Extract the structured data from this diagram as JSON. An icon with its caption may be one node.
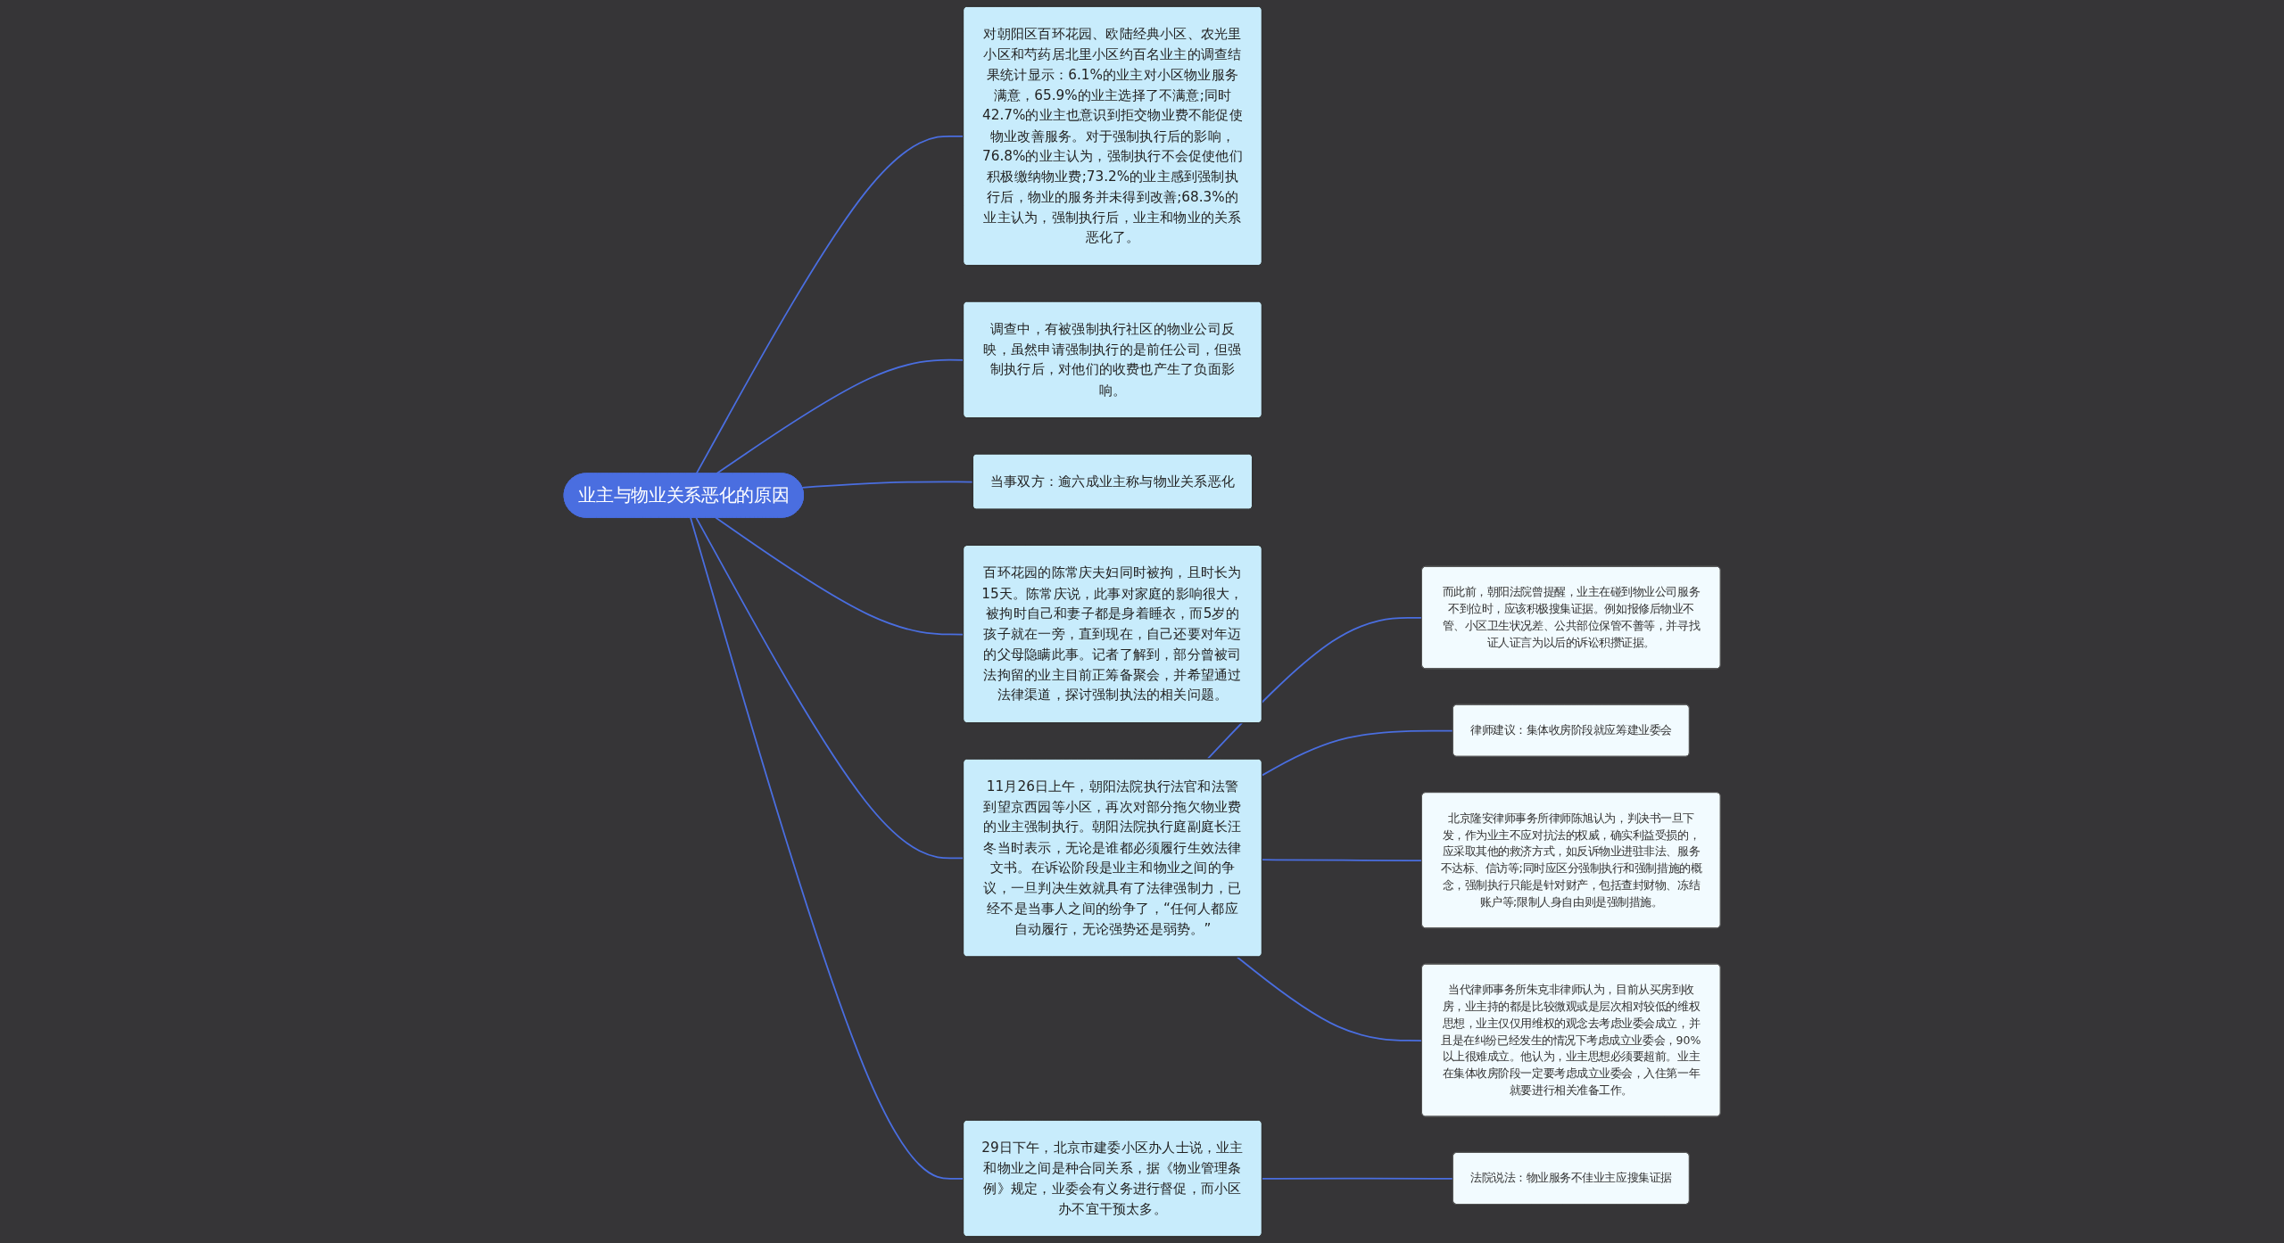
{
  "diagram": {
    "nodes": [
      {
        "text": [
          "业主与物业关系恶化的原因"
        ]
      },
      {
        "text": [
          "对朝阳区百环花园、欧陆经典小区、农光里小区和芍药居北里小区约百名业主的调查结果统计显示：6.1%的业主对小区物业服务满意，65.9%的业主选择了不满意;同时42.7%的业主也意识到拒交物业费不能促使物业改善服务。对于强制执行后的影响，76.8%的业主认为，强制执行不会促使他们积极缴纳物业费;73.2%的业主感到强制执行后，物业的服务并未得到改善;68.3%的业主认为，强制执行后，业主和物业的关系恶化了。"
        ]
      },
      {
        "text": [
          "调查中，有被强制执行社区的物业公司反映，虽然申请强制执行的是前任公司，但强制执行后，对他们的收费也产生了负面影响。"
        ]
      },
      {
        "text": [
          "11月26日上午，朝阳法院执行法官和法警到望京西园等小区，再次对部分拖欠物业费的业主强制执行。朝阳法院执行庭副庭长汪冬当时表示，无论是谁都必须履行生效法律文书。在诉讼阶段是业主和物业之间的争议，一旦判决生效就具有了法律强制力，已经不是当事人之间的纷争了，“任何人都应自动履行，无论强势还是弱势。”"
        ]
      },
      {
        "text": [
          "而此前，朝阳法院曾提醒，业主在碰到物业公司服务不到位时，应该积极搜集证据。例如报修后物业不管、小区卫生状况差、公共部位保管不善等，并寻找证人证言为以后的诉讼积攒证据。"
        ]
      },
      {
        "text": [
          "律师建议：集体收房阶段就应筹建业委会"
        ]
      },
      {
        "text": [
          "北京隆安律师事务所律师陈旭认为，判决书一旦下发，作为业主不应对抗法的权威，确实利益受损的，应采取其他的救济方式，如反诉物业进驻非法、服务不达标、信访等;同时应区分强制执行和强制措施的概念，强制执行只能是针对财产，包括查封财物、冻结账户等;限制人身自由则是强制措施。"
        ]
      },
      {
        "text": [
          "当代律师事务所朱克非律师认为，目前从买房到收房，业主持的都是比较微观或是层次相对较低的维权思想，业主仅仅用维权的观念去考虑业委会成立，并且是在纠纷已经发生的情况下考虑成立业委会，90%以上很难成立。他认为，业主思想必须要超前。业主在集体收房阶段一定要考虑成立业委会，入住第一年就要进行相关准备工作。"
        ]
      },
      {
        "text": [
          "当事双方：逾六成业主称与物业关系恶化"
        ]
      },
      {
        "text": [
          "百环花园的陈常庆夫妇同时被拘，且时长为15天。陈常庆说，此事对家庭的影响很大，被拘时自己和妻子都是身着睡衣，而5岁的孩子就在一旁，直到现在，自己还要对年迈的父母隐瞒此事。记者了解到，部分曾被司法拘留的业主目前正筹备聚会，并希望通过法律渠道，探讨强制执法的相关问题。"
        ]
      },
      {
        "text": [
          "29日下午，北京市建委小区办人士说，业主和物业之间是种合同关系，据《物业管理条例》规定，业委会有义务进行督促，而小区办不宜干预太多。"
        ]
      },
      {
        "text": [
          "法院说法：物业服务不佳业主应搜集证据"
        ]
      }
    ],
    "edges": [
      {
        "from": 0,
        "to": 1,
        "arrow": "none"
      },
      {
        "from": 0,
        "to": 2,
        "arrow": "none"
      },
      {
        "from": 0,
        "to": 3,
        "arrow": "none"
      },
      {
        "from": 3,
        "to": 4,
        "arrow": "none"
      },
      {
        "from": 3,
        "to": 5,
        "arrow": "none"
      },
      {
        "from": 3,
        "to": 6,
        "arrow": "none"
      },
      {
        "from": 3,
        "to": 7,
        "arrow": "none"
      },
      {
        "from": 0,
        "to": 8,
        "arrow": "none"
      },
      {
        "from": 0,
        "to": 9,
        "arrow": "none"
      },
      {
        "from": 0,
        "to": 10,
        "arrow": "none"
      },
      {
        "from": 10,
        "to": 11,
        "arrow": "none"
      }
    ]
  }
}
